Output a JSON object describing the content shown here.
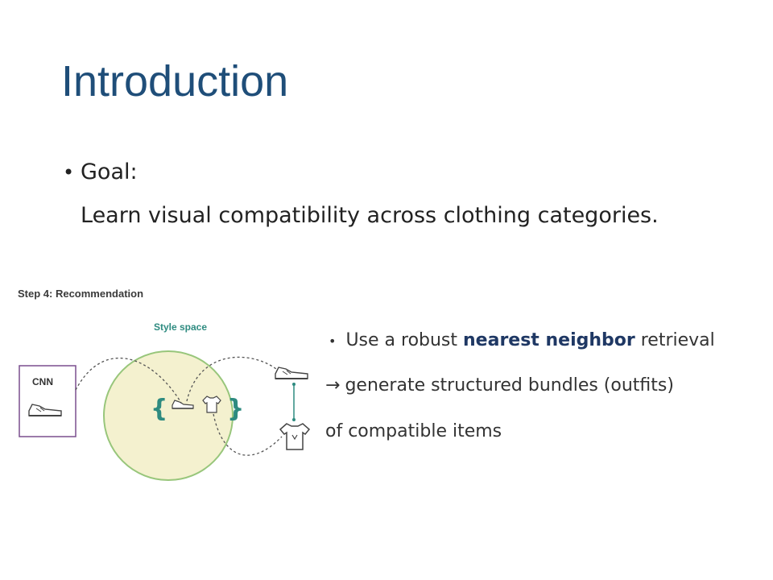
{
  "slide": {
    "title": "Introduction",
    "goal": {
      "label": "Goal:",
      "description": "Learn visual compatibility across clothing categories."
    },
    "figure": {
      "step_heading": "Step 4: Recommendation",
      "style_space_label": "Style space",
      "cnn_label": "CNN",
      "icons": [
        "sneaker-icon",
        "tshirt-icon",
        "brace-icon"
      ],
      "colors": {
        "circle_fill": "#f4f1cf",
        "circle_stroke": "#98c67b",
        "teal": "#2e8b80",
        "purple": "#7a4f8e"
      }
    },
    "bullets": {
      "line1_prefix": "Use a robust ",
      "line1_bold": "nearest neighbor",
      "line1_suffix": " retrieval",
      "line2_arrow": "→",
      "line2_text": "generate structured bundles (outfits)",
      "line3_text": "of compatible items"
    },
    "colors": {
      "title": "#1f4e79",
      "emphasis": "#1f3864"
    }
  }
}
